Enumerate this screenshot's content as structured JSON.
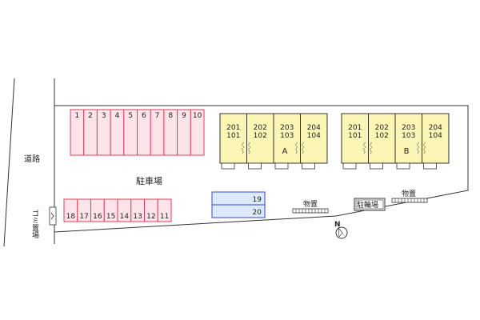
{
  "labels": {
    "road": "道路",
    "parking": "駐車場",
    "garbage": "ゴミ置場",
    "storage_1": "物置",
    "storage_2": "物置",
    "bicycle_parking": "駐輪場",
    "north": "N"
  },
  "parking": {
    "top_row": [
      "1",
      "2",
      "3",
      "4",
      "5",
      "6",
      "7",
      "8",
      "9",
      "10"
    ],
    "bottom_row": [
      "18",
      "17",
      "16",
      "15",
      "14",
      "13",
      "12",
      "11"
    ],
    "blue_row": [
      "19",
      "20"
    ]
  },
  "buildings": [
    {
      "name": "A",
      "units": [
        {
          "upper": "201",
          "lower": "101"
        },
        {
          "upper": "202",
          "lower": "102"
        },
        {
          "upper": "203",
          "lower": "103"
        },
        {
          "upper": "204",
          "lower": "104"
        }
      ]
    },
    {
      "name": "B",
      "units": [
        {
          "upper": "201",
          "lower": "101"
        },
        {
          "upper": "202",
          "lower": "102"
        },
        {
          "upper": "203",
          "lower": "103"
        },
        {
          "upper": "204",
          "lower": "104"
        }
      ]
    }
  ],
  "colors": {
    "parking_fill": "#fde3ea",
    "parking_stroke": "#e23c5a",
    "blue_fill": "#dbe9fb",
    "blue_stroke": "#3347c8",
    "building_fill": "#fbf5b6",
    "outline": "#333333"
  }
}
